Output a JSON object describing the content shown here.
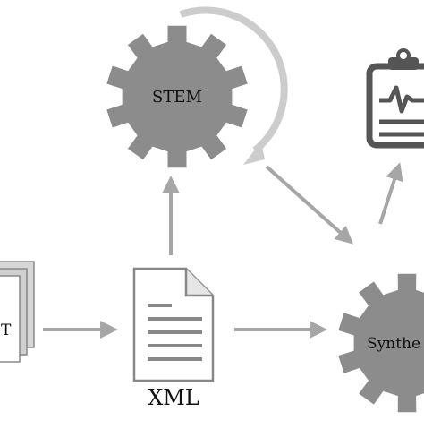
{
  "nodes": {
    "stem": {
      "label": "STEM",
      "icon": "gear-icon"
    },
    "xml": {
      "label": "XML",
      "icon": "document-icon"
    },
    "synthesis": {
      "label": "Synthe",
      "icon": "gear-icon"
    },
    "input": {
      "label": "T",
      "icon": "stacked-documents-icon"
    },
    "report": {
      "icon": "clipboard-chart-icon"
    }
  },
  "colors": {
    "gear": "#8c8c8c",
    "arrow": "#a6a6a6",
    "cycle_arrow": "#cccccc",
    "clipboard": "#555555",
    "stack": "#c4c4c4"
  }
}
